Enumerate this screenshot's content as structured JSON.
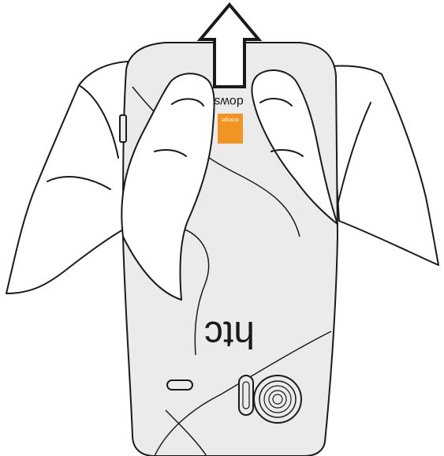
{
  "scene": {
    "device_back_cover": {
      "brand_logo_text": "htc",
      "partial_edge_text": "dows",
      "carrier_sticker_text": "orange"
    },
    "direction_arrow": "up",
    "colors": {
      "background": "#ffffff",
      "cover_fill": "#ebebeb",
      "outline": "#1a1a1a",
      "carrier_orange": "#f29422",
      "hand_fill": "#ffffff"
    }
  }
}
